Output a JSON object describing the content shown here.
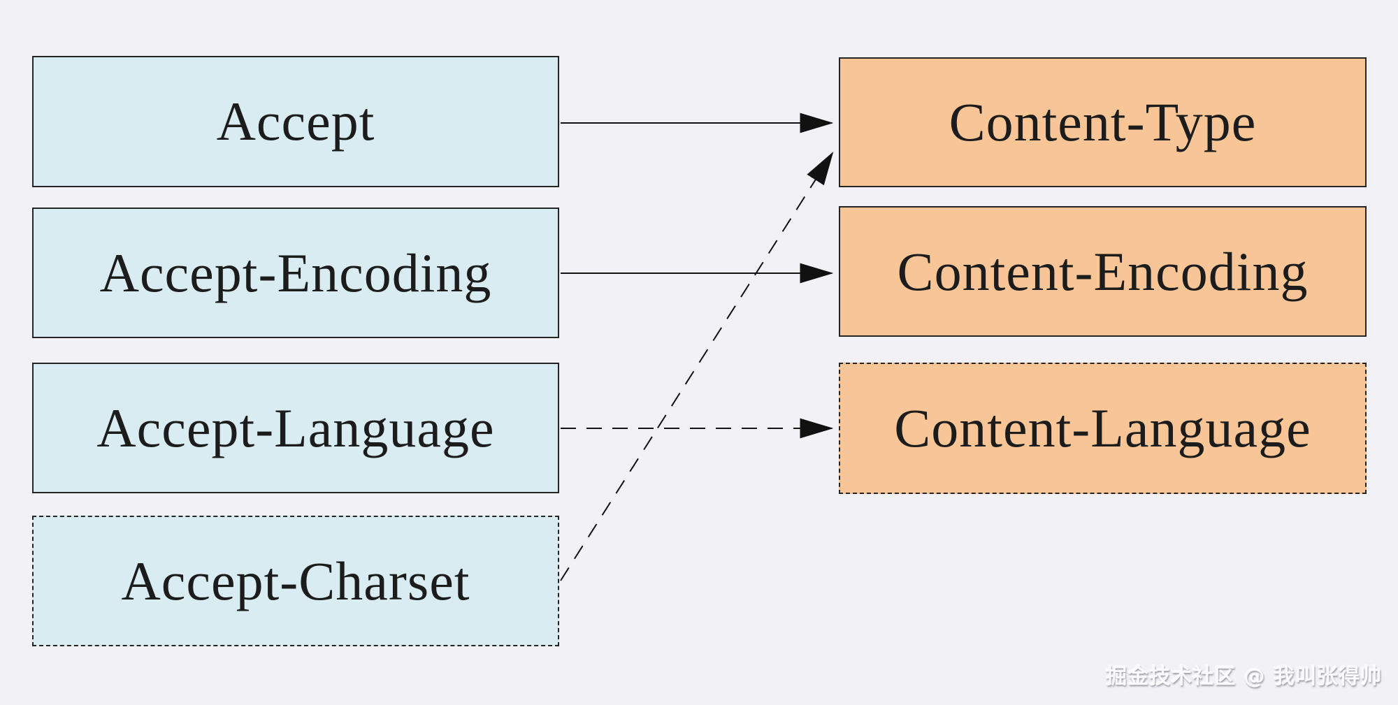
{
  "diagram": {
    "title_implicit": "HTTP content negotiation headers mapping",
    "left_boxes": [
      {
        "label": "Accept",
        "border": "solid"
      },
      {
        "label": "Accept-Encoding",
        "border": "solid"
      },
      {
        "label": "Accept-Language",
        "border": "solid"
      },
      {
        "label": "Accept-Charset",
        "border": "dashed"
      }
    ],
    "right_boxes": [
      {
        "label": "Content-Type",
        "border": "solid"
      },
      {
        "label": "Content-Encoding",
        "border": "solid"
      },
      {
        "label": "Content-Language",
        "border": "dashed"
      }
    ],
    "edges": [
      {
        "from": "Accept",
        "to": "Content-Type",
        "style": "solid"
      },
      {
        "from": "Accept-Encoding",
        "to": "Content-Encoding",
        "style": "solid"
      },
      {
        "from": "Accept-Language",
        "to": "Content-Language",
        "style": "dashed"
      },
      {
        "from": "Accept-Charset",
        "to": "Content-Type",
        "style": "dashed"
      }
    ],
    "colors": {
      "background": "#f2f1f5",
      "left_box_fill": "#d9ecf2",
      "right_box_fill": "#f7c596",
      "border": "#242424",
      "arrow": "#111111"
    }
  },
  "watermark": {
    "text": "掘金技术社区 @ 我叫张得帅"
  }
}
